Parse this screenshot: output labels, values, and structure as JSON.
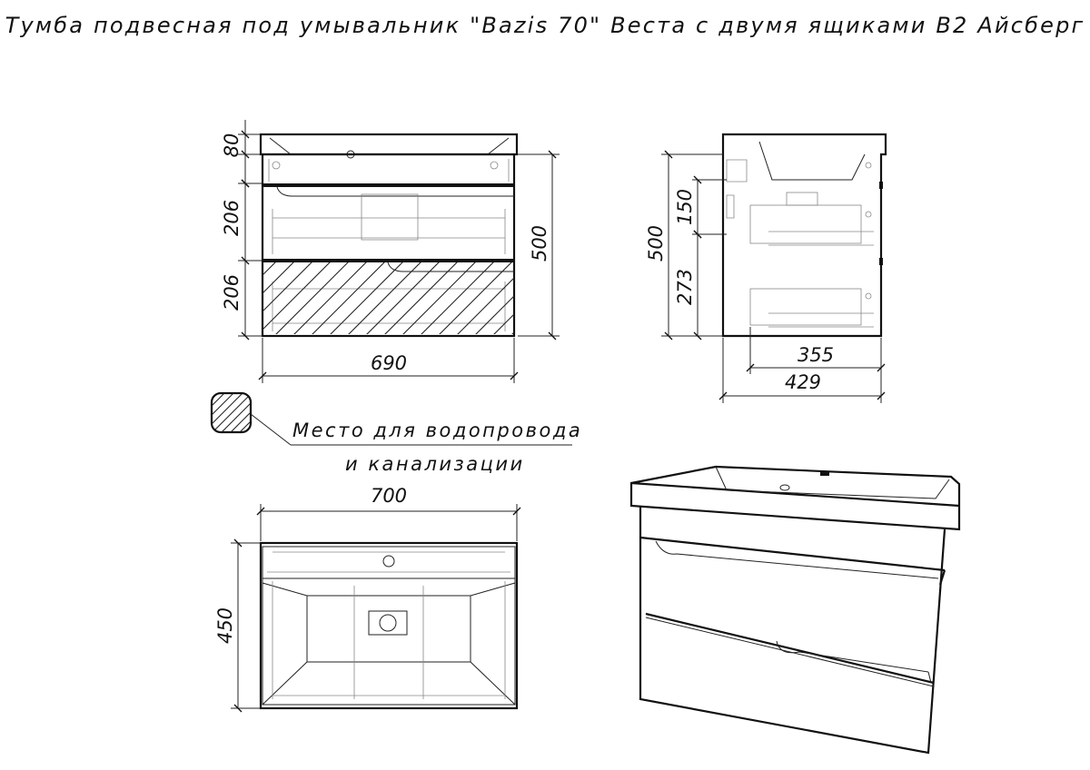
{
  "title": "Тумба подвесная под умывальник \"Bazis 70\" Веста с двумя ящиками В2 Айсберг",
  "front_view": {
    "dim_top": "80",
    "dim_drawer1": "206",
    "dim_drawer2": "206",
    "dim_height": "500",
    "dim_width": "690"
  },
  "side_view": {
    "dim_height": "500",
    "dim_upper": "150",
    "dim_lower": "273",
    "dim_inner_depth": "355",
    "dim_depth": "429"
  },
  "top_view": {
    "dim_width": "700",
    "dim_depth": "450"
  },
  "legend": {
    "line1": "Место для водопровода",
    "line2": "и канализации"
  }
}
